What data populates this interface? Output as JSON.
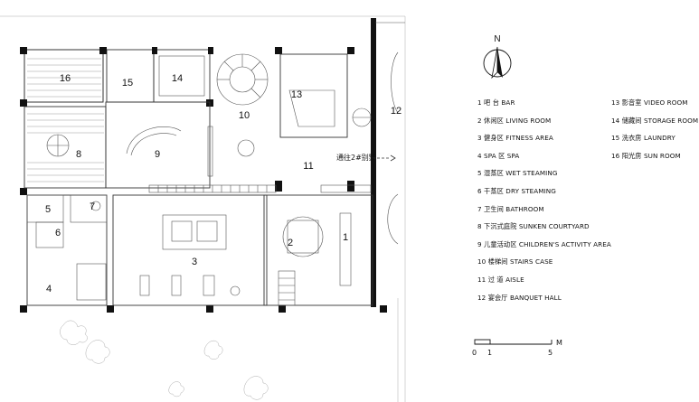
{
  "north_label": "N",
  "rooms": {
    "r1": "1",
    "r2": "2",
    "r3": "3",
    "r4": "4",
    "r5": "5",
    "r6": "6",
    "r7": "7",
    "r8": "8",
    "r9": "9",
    "r10": "10",
    "r11": "11",
    "r12": "12",
    "r13": "13",
    "r14": "14",
    "r15": "15",
    "r16": "16"
  },
  "annotation": "通往2#别墅",
  "legend_left": [
    "1 吧 台 BAR",
    "2 休闲区 LIVING ROOM",
    "3 健身区 FITNESS AREA",
    "4 SPA 区 SPA",
    "5 湿蒸区 WET STEAMING",
    "6 干蒸区 DRY STEAMING",
    "7 卫生间 BATHROOM",
    "8 下沉式庭院 SUNKEN COURTYARD",
    "9 儿童活动区 CHILDREN'S ACTIVITY AREA",
    "10 楼梯间 STAIRS CASE",
    "11 过 道 AISLE",
    "12 宴会厅 BANQUET HALL"
  ],
  "legend_right": [
    "13 影音室 VIDEO ROOM",
    "14 储藏间 STORAGE ROOM",
    "15 洗衣房 LAUNDRY",
    "16 阳光房 SUN ROOM"
  ],
  "scale": {
    "unit": "M",
    "ticks": [
      "0",
      "1",
      "5"
    ]
  }
}
